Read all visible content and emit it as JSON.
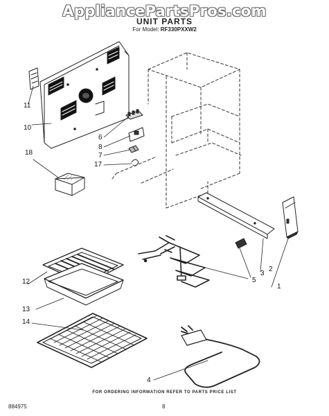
{
  "header": {
    "watermark": "AppliancePartsPros.com",
    "title": "UNIT PARTS",
    "model_prefix": "For Model:",
    "model_number": "RF330PXXW2"
  },
  "callouts": [
    "1",
    "2",
    "3",
    "4",
    "5",
    "6",
    "7",
    "8",
    "10",
    "11",
    "12",
    "13",
    "14",
    "17",
    "18"
  ],
  "footer": {
    "note": "FOR ORDERING INFORMATION REFER TO PARTS PRICE LIST",
    "document_id": "884975",
    "page_number": "8"
  }
}
